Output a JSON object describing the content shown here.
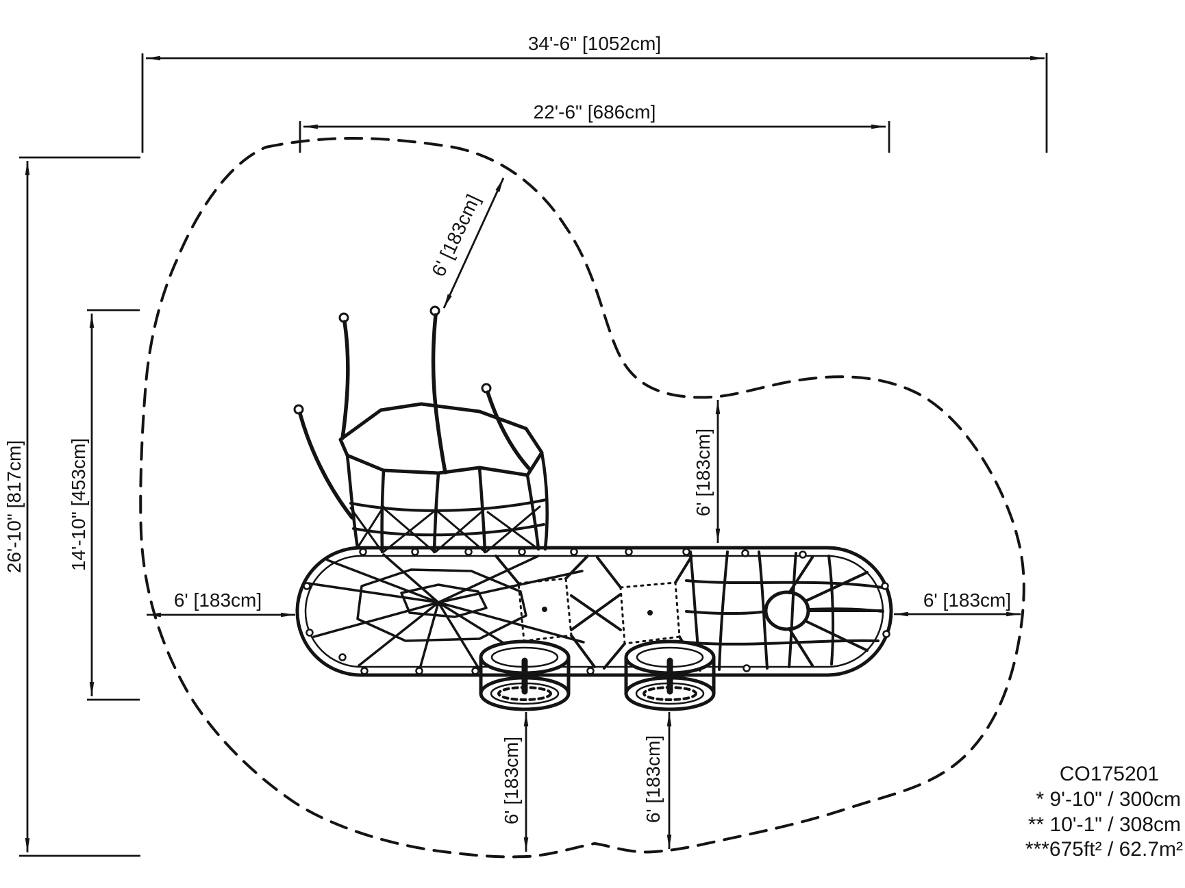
{
  "drawing": {
    "dimensions": {
      "overall_width": "34'-6\" [1052cm]",
      "net_width": "22'-6\" [686cm]",
      "overall_depth": "26'-10\" [817cm]",
      "net_depth": "14'-10\" [453cm]",
      "clearance": "6' [183cm]"
    },
    "title_block": {
      "product_code": "CO175201",
      "note_fall_height": "* 9'-10\" / 300cm",
      "note_fall_height2": "** 10'-1\" / 308cm",
      "note_area": "***675ft² / 62.7m²"
    }
  }
}
